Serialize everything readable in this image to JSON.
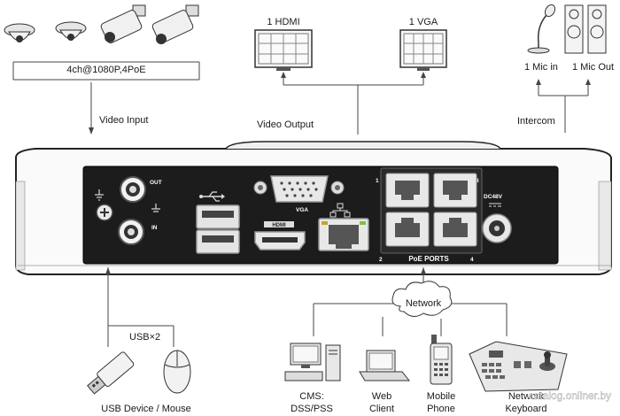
{
  "cameras": {
    "label": "4ch@1080P,4PoE"
  },
  "outputs": {
    "hdmi": "1 HDMI",
    "vga": "1 VGA",
    "video_output": "Video Output"
  },
  "video_input": "Video Input",
  "audio": {
    "mic_in": "1 Mic in",
    "mic_out": "1 Mic Out",
    "intercom": "Intercom"
  },
  "panel": {
    "out": "OUT",
    "in": "IN",
    "vga": "VGA",
    "hdmi": "HDMI",
    "dc": "DC48V",
    "poe": "PoE PORTS",
    "port_nums": [
      "1",
      "3",
      "2",
      "4"
    ]
  },
  "usb": {
    "count": "USB×2",
    "device": "USB Device / Mouse"
  },
  "network": {
    "label": "Network"
  },
  "clients": [
    {
      "line1": "CMS:",
      "line2": "DSS/PSS"
    },
    {
      "line1": "Web",
      "line2": "Client"
    },
    {
      "line1": "Mobile",
      "line2": "Phone"
    },
    {
      "line1": "Network",
      "line2": "Keyboard"
    }
  ],
  "watermark": "catalog.onliner.by"
}
